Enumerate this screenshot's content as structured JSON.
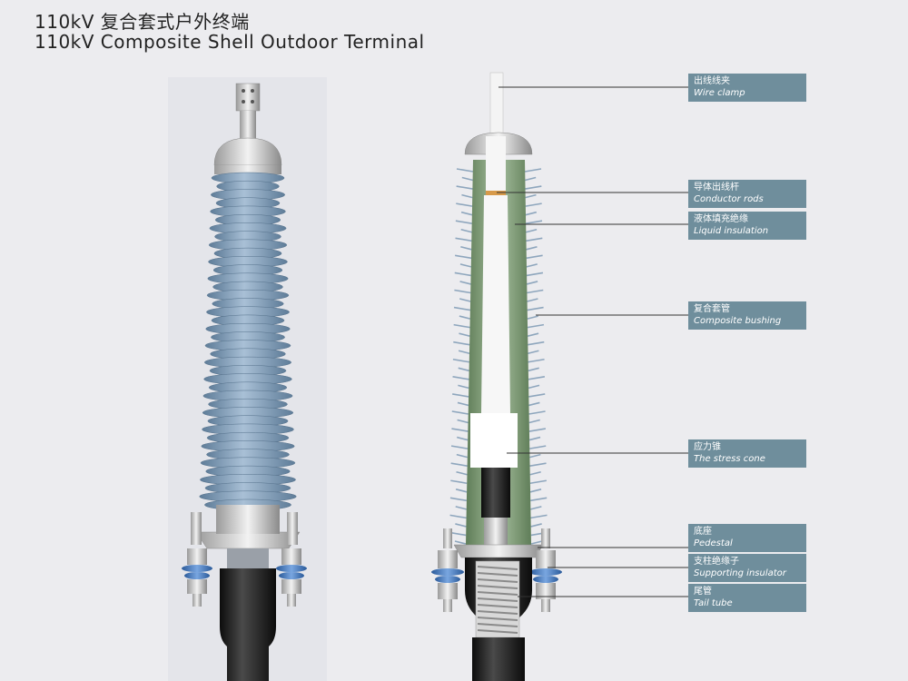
{
  "title_cn": "110kV 复合套式户外终端",
  "title_en": "110kV Composite Shell Outdoor Terminal",
  "labels": [
    {
      "cn": "出线线夹",
      "en": "Wire clamp"
    },
    {
      "cn": "导体出线杆",
      "en": "Conductor rods"
    },
    {
      "cn": "液体填充绝缘",
      "en": "Liquid insulation"
    },
    {
      "cn": "复合套管",
      "en": "Composite bushing"
    },
    {
      "cn": "应力锥",
      "en": "The stress cone"
    },
    {
      "cn": "底座",
      "en": "Pedestal"
    },
    {
      "cn": "支柱绝缘子",
      "en": "Supporting insulator"
    },
    {
      "cn": "尾管",
      "en": "Tail tube"
    }
  ],
  "colors": {
    "background": "#ececef",
    "shed": "#7f9ab3",
    "label_box": "#6f8e9c",
    "inner_green": "#7f9a78",
    "cable": "#1e1e1e"
  }
}
